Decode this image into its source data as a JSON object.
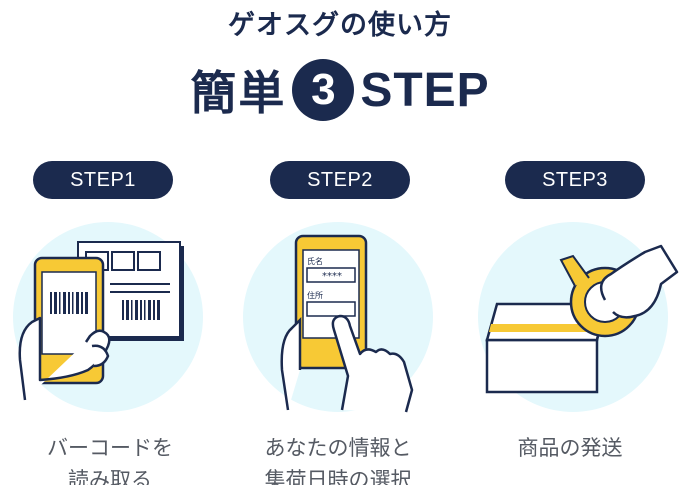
{
  "header": {
    "subtitle": "ゲオスグの使い方",
    "headline_kanji": "簡単",
    "headline_number": "3",
    "headline_step": "STEP"
  },
  "steps": [
    {
      "label": "STEP1",
      "caption_line1": "バーコードを",
      "caption_line2": "読み取る"
    },
    {
      "label": "STEP2",
      "caption_line1": "あなたの情報と",
      "caption_line2": "集荷日時の選択"
    },
    {
      "label": "STEP3",
      "caption_line1": "商品の発送",
      "caption_line2": ""
    }
  ],
  "form_labels": {
    "name": "氏名",
    "address": "住所",
    "masked_value": "****"
  },
  "colors": {
    "navy": "#1b2a4e",
    "yellow": "#f7c935",
    "light_blue": "#e4f8fc",
    "caption_gray": "#555a63"
  }
}
